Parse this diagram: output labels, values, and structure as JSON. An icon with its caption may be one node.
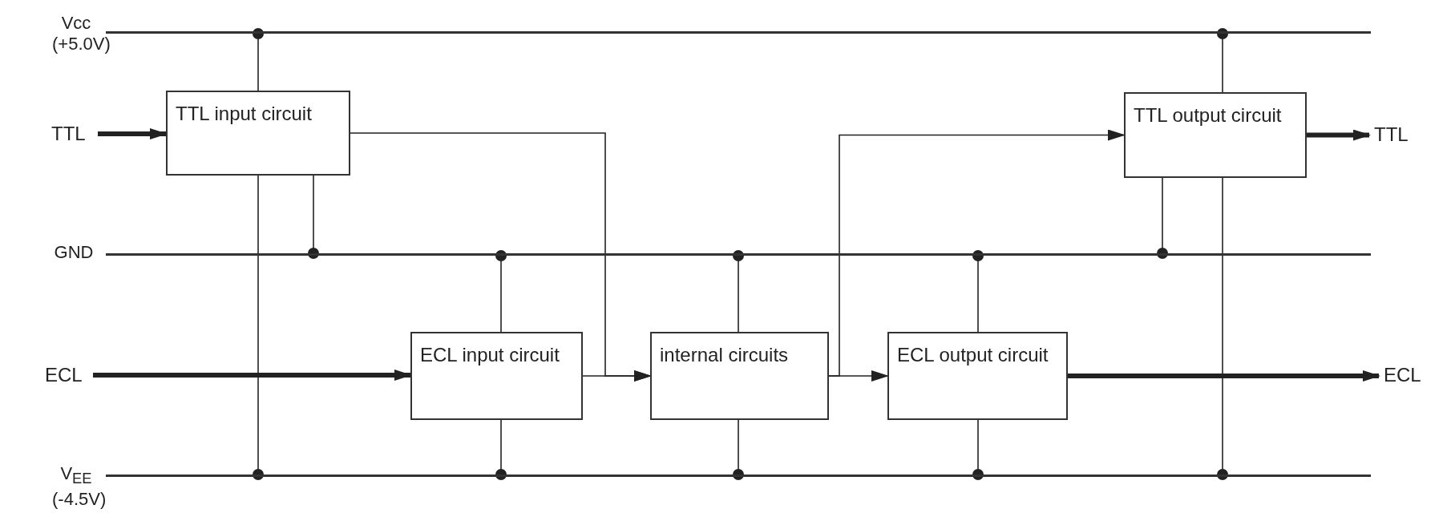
{
  "diagram": {
    "nodes": [
      {
        "text": [],
        "shape": "bar",
        "beside": [
          "Vcc (+5.0V)"
        ]
      },
      {
        "text": [],
        "shape": "bar",
        "beside": [
          "GND"
        ]
      },
      {
        "text": [],
        "shape": "bar",
        "beside": [
          "V$_{EE}$ (-4.5V)"
        ]
      },
      {
        "text": [
          "TTL"
        ]
      },
      {
        "text": [
          "ECL"
        ]
      },
      {
        "text": [
          "TTL input circuit"
        ]
      },
      {
        "text": [
          "ECL input circuit"
        ]
      },
      {
        "text": [
          "internal circuits"
        ]
      },
      {
        "text": [
          "ECL output circuit"
        ]
      },
      {
        "text": [
          "TTL output circuit"
        ]
      },
      {
        "text": [
          "TTL"
        ]
      },
      {
        "text": [
          "ECL"
        ]
      }
    ],
    "edges": [
      {
        "from": 3,
        "to": 5,
        "arrow": "to",
        "style": "thick"
      },
      {
        "from": 4,
        "to": 6,
        "arrow": "to",
        "style": "thick"
      },
      {
        "from": 5,
        "to": 7,
        "arrow": "to"
      },
      {
        "from": 6,
        "to": 7,
        "arrow": "to"
      },
      {
        "from": 7,
        "to": 8,
        "arrow": "to"
      },
      {
        "from": 7,
        "to": 9,
        "arrow": "to"
      },
      {
        "from": 9,
        "to": 10,
        "arrow": "to",
        "style": "thick"
      },
      {
        "from": 8,
        "to": 11,
        "arrow": "to",
        "style": "thick"
      },
      {
        "from": 0,
        "to": 5,
        "arrow": "other"
      },
      {
        "from": 1,
        "to": 5,
        "arrow": "other"
      },
      {
        "from": 2,
        "to": 5,
        "arrow": "other"
      },
      {
        "from": 1,
        "to": 6,
        "arrow": "other"
      },
      {
        "from": 2,
        "to": 6,
        "arrow": "other"
      },
      {
        "from": 1,
        "to": 7,
        "arrow": "other"
      },
      {
        "from": 2,
        "to": 7,
        "arrow": "other"
      },
      {
        "from": 1,
        "to": 8,
        "arrow": "other"
      },
      {
        "from": 2,
        "to": 8,
        "arrow": "other"
      },
      {
        "from": 0,
        "to": 9,
        "arrow": "other"
      },
      {
        "from": 1,
        "to": 9,
        "arrow": "other"
      },
      {
        "from": 2,
        "to": 9,
        "arrow": "other"
      }
    ]
  }
}
